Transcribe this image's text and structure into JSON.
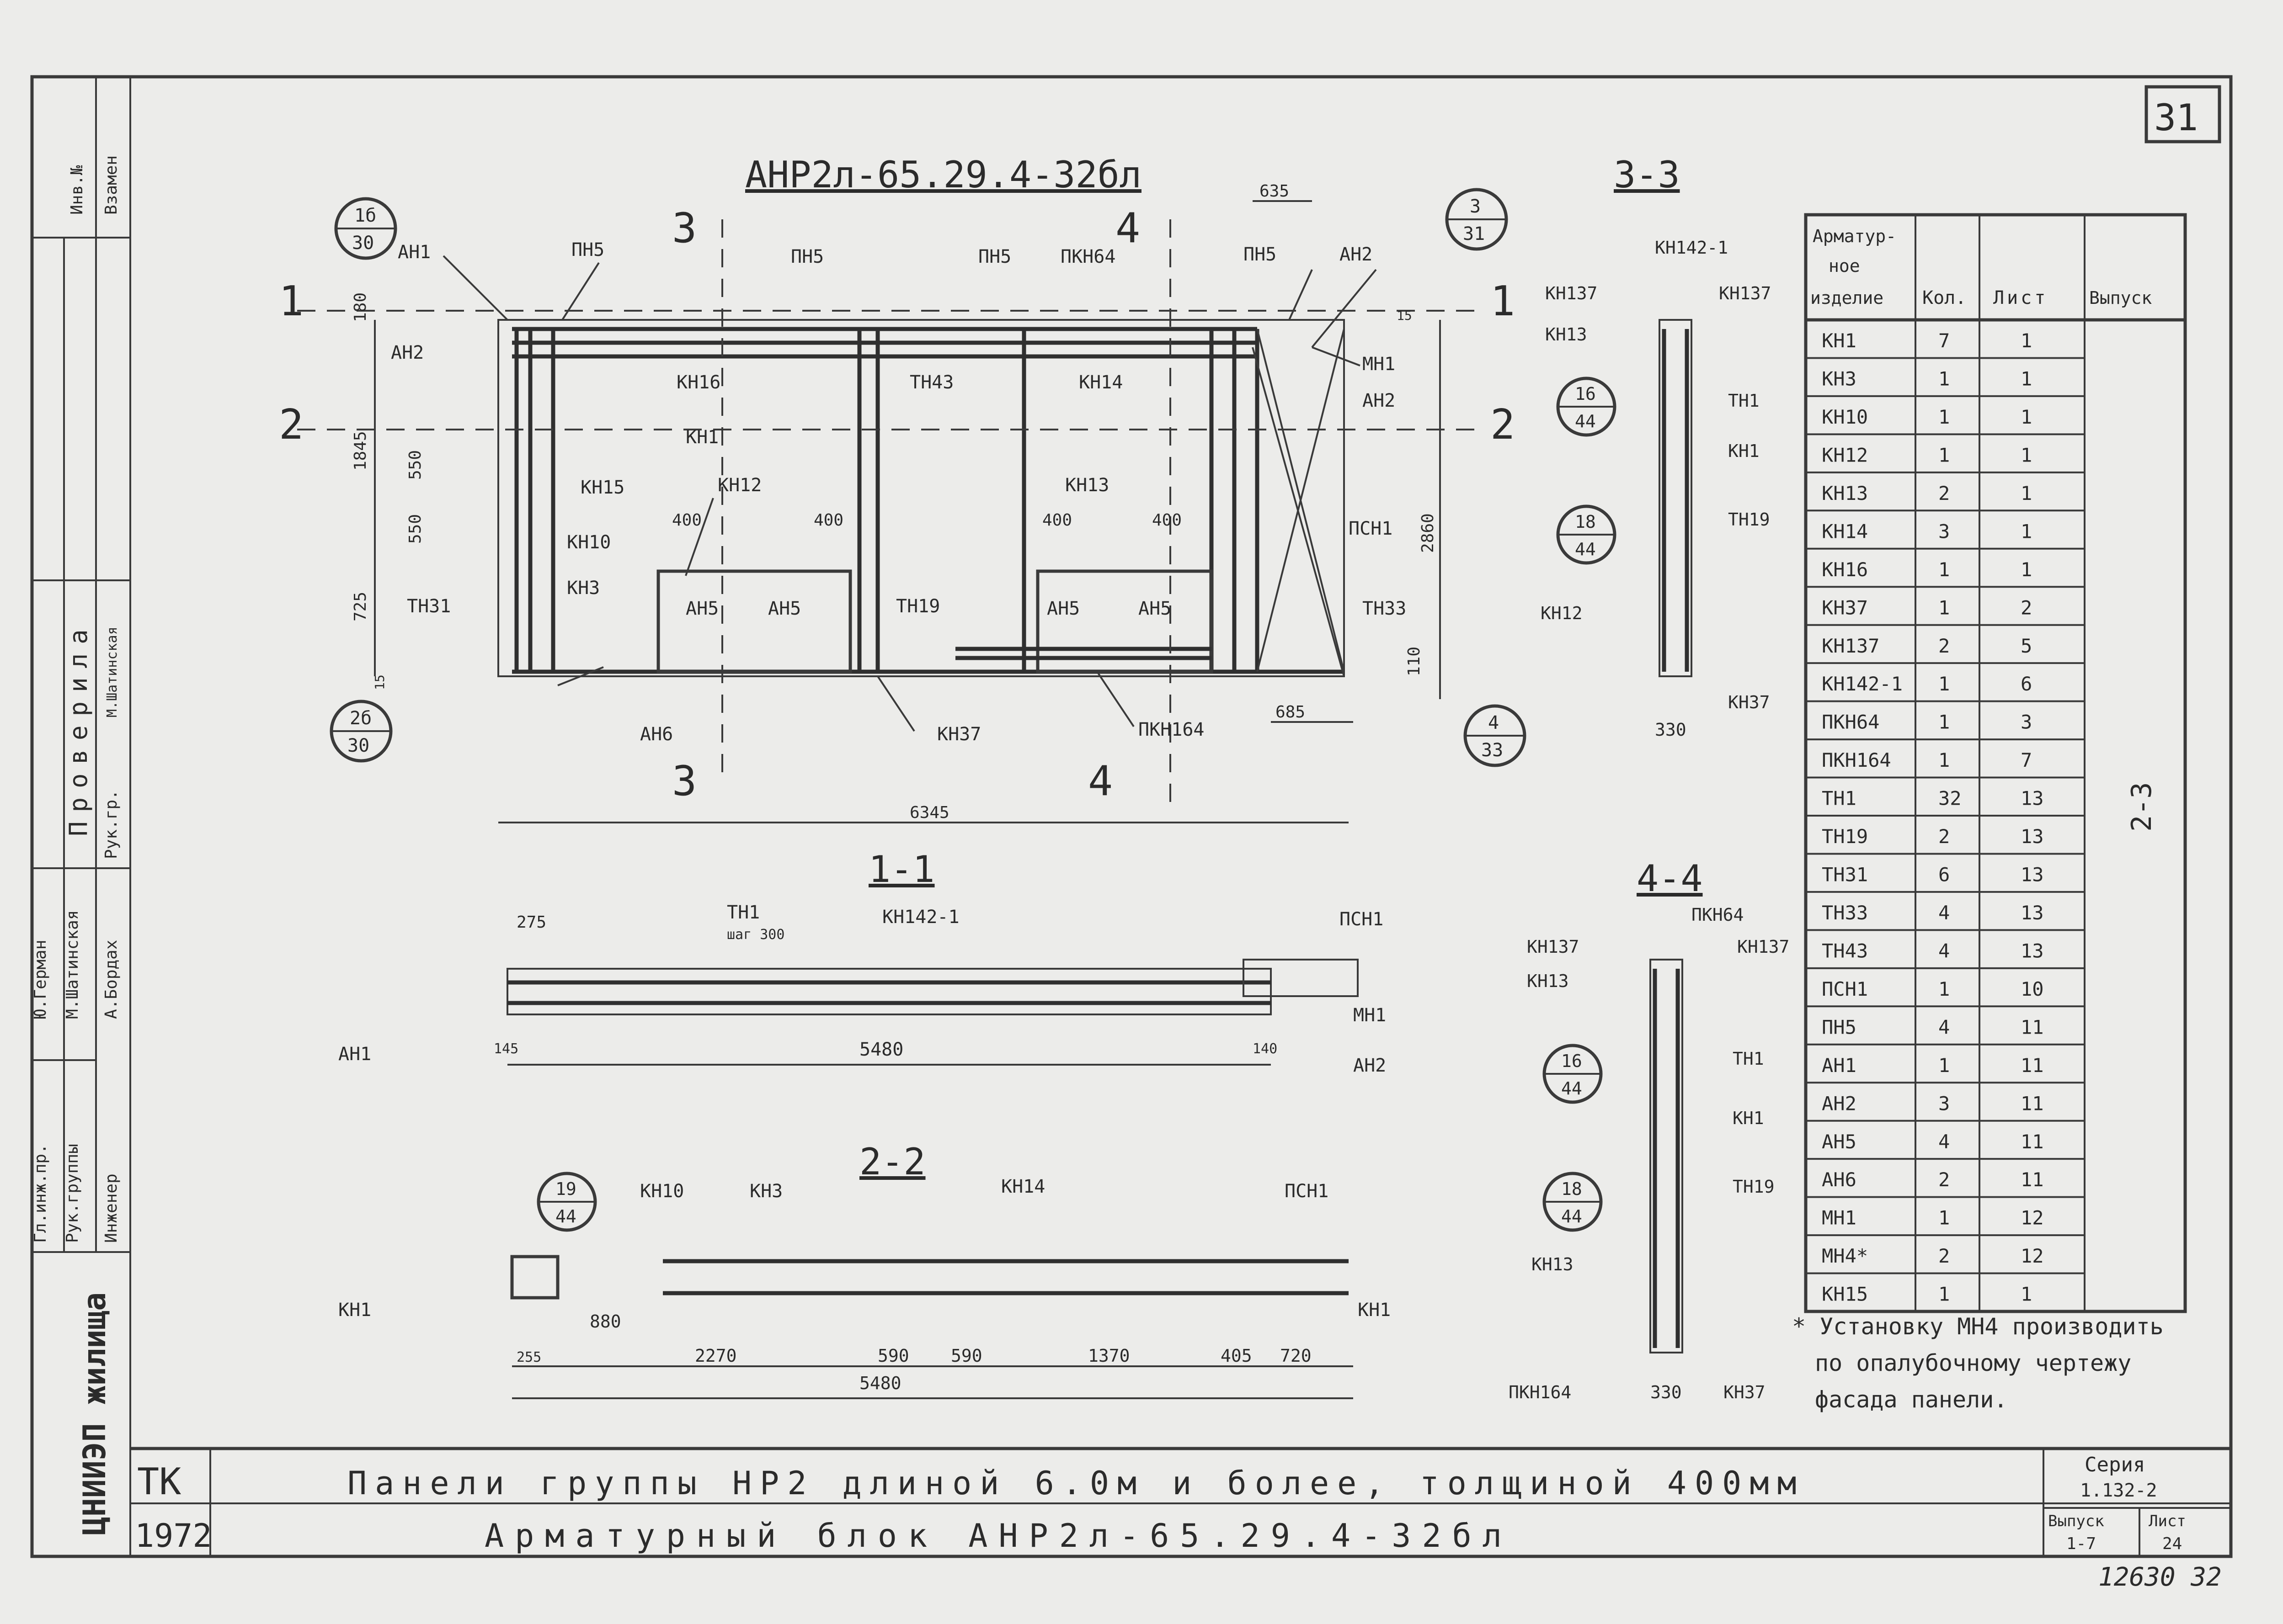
{
  "drawing": {
    "main_title": "АНР2л-65.29.4-32бл",
    "page_number": "31",
    "archive_number": "12630 32",
    "section_markers": {
      "s1": "1",
      "s2": "2",
      "s3": "3",
      "s4": "4"
    },
    "section_titles": {
      "s11": "1-1",
      "s22": "2-2",
      "s33": "3-3",
      "s44": "4-4"
    },
    "callouts": [
      {
        "top": "1б",
        "bottom": "30"
      },
      {
        "top": "3",
        "bottom": "31"
      },
      {
        "top": "2б",
        "bottom": "30"
      },
      {
        "top": "4",
        "bottom": "33"
      },
      {
        "top": "16",
        "bottom": "44"
      },
      {
        "top": "18",
        "bottom": "44"
      },
      {
        "top": "16",
        "bottom": "44"
      },
      {
        "top": "18",
        "bottom": "44"
      },
      {
        "top": "19",
        "bottom": "44"
      }
    ],
    "elevation_labels": {
      "an1": "АН1",
      "pn5a": "ПН5",
      "pn5b": "ПН5",
      "pn5c": "ПН5",
      "pn5d": "ПН5",
      "pkn64": "ПКН64",
      "an2a": "АН2",
      "an2b": "АН2",
      "an2c": "АН2",
      "mn1": "МН1",
      "kn16": "КН16",
      "tn43": "ТН43",
      "kn14": "КН14",
      "kn1": "КН1",
      "kn15": "КН15",
      "kn12": "КН12",
      "kn13": "КН13",
      "kn10": "КН10",
      "kn3": "КН3",
      "psn1": "ПСН1",
      "tn31": "ТН31",
      "an5a": "АН5",
      "an5b": "АН5",
      "an5c": "АН5",
      "an5d": "АН5",
      "tn19": "ТН19",
      "tn33": "ТН33",
      "an6": "АН6",
      "kn37": "КН37",
      "pkn164": "ПКН164"
    },
    "elevation_dims": {
      "d180": "180",
      "d1845": "1845",
      "d550a": "550",
      "d550b": "550",
      "d725": "725",
      "d15": "15",
      "d400a": "400",
      "d400b": "400",
      "d400c": "400",
      "d400d": "400",
      "d635": "635",
      "d15b": "15",
      "d2860": "2860",
      "d110": "110",
      "d685": "685",
      "d6345": "6345"
    },
    "section11": {
      "tn1": "ТН1",
      "step": "шаг 300",
      "kn142": "КН142-1",
      "psn1": "ПСН1",
      "mn1": "МН1",
      "an1": "АН1",
      "an2": "АН2",
      "d275": "275",
      "d145": "145",
      "d5480": "5480",
      "d140": "140"
    },
    "section22": {
      "kn10": "КН10",
      "kn3": "КН3",
      "kn14": "КН14",
      "psn1": "ПСН1",
      "kn1a": "КН1",
      "kn1b": "КН1",
      "dims": [
        "255",
        "880",
        "2270",
        "590",
        "590",
        "1370",
        "405",
        "720"
      ],
      "total": "5480"
    },
    "section33": {
      "kn137a": "КН137",
      "kn137b": "КН137",
      "kn142": "КН142-1",
      "kn13": "КН13",
      "tn1": "ТН1",
      "kn1": "КН1",
      "tn19": "ТН19",
      "kn12": "КН12",
      "kn37": "КН37",
      "d330": "330"
    },
    "section44": {
      "pkn64": "ПКН64",
      "kn137a": "КН137",
      "kn137b": "КН137",
      "kn13a": "КН13",
      "tn1": "ТН1",
      "kn1": "КН1",
      "tn19": "ТН19",
      "kn13b": "КН13",
      "pkn164": "ПКН164",
      "kn37": "КН37",
      "d330": "330"
    }
  },
  "spec_table": {
    "headers": [
      "Арматурное изделие",
      "Кол.",
      "Лист",
      "Выпуск"
    ],
    "header_lines": [
      "Арматур-",
      "ное",
      "изделие"
    ],
    "rows": [
      {
        "item": "КН1",
        "qty": "7",
        "sheet": "1"
      },
      {
        "item": "КН3",
        "qty": "1",
        "sheet": "1"
      },
      {
        "item": "КН10",
        "qty": "1",
        "sheet": "1"
      },
      {
        "item": "КН12",
        "qty": "1",
        "sheet": "1"
      },
      {
        "item": "КН13",
        "qty": "2",
        "sheet": "1"
      },
      {
        "item": "КН14",
        "qty": "3",
        "sheet": "1"
      },
      {
        "item": "КН16",
        "qty": "1",
        "sheet": "1"
      },
      {
        "item": "КН37",
        "qty": "1",
        "sheet": "2"
      },
      {
        "item": "КН137",
        "qty": "2",
        "sheet": "5"
      },
      {
        "item": "КН142-1",
        "qty": "1",
        "sheet": "6"
      },
      {
        "item": "ПКН64",
        "qty": "1",
        "sheet": "3"
      },
      {
        "item": "ПКН164",
        "qty": "1",
        "sheet": "7"
      },
      {
        "item": "ТН1",
        "qty": "32",
        "sheet": "13"
      },
      {
        "item": "ТН19",
        "qty": "2",
        "sheet": "13"
      },
      {
        "item": "ТН31",
        "qty": "6",
        "sheet": "13"
      },
      {
        "item": "ТН33",
        "qty": "4",
        "sheet": "13"
      },
      {
        "item": "ТН43",
        "qty": "4",
        "sheet": "13"
      },
      {
        "item": "ПСН1",
        "qty": "1",
        "sheet": "10"
      },
      {
        "item": "ПН5",
        "qty": "4",
        "sheet": "11"
      },
      {
        "item": "АН1",
        "qty": "1",
        "sheet": "11"
      },
      {
        "item": "АН2",
        "qty": "3",
        "sheet": "11"
      },
      {
        "item": "АН5",
        "qty": "4",
        "sheet": "11"
      },
      {
        "item": "АН6",
        "qty": "2",
        "sheet": "11"
      },
      {
        "item": "МН1",
        "qty": "1",
        "sheet": "12"
      },
      {
        "item": "МН4*",
        "qty": "2",
        "sheet": "12"
      },
      {
        "item": "КН15",
        "qty": "1",
        "sheet": "1"
      }
    ],
    "issue_value": "2-3"
  },
  "note": {
    "line1": "* Установку МН4 производить",
    "line2": "по опалубочному чертежу",
    "line3": "фасада панели."
  },
  "title_block": {
    "tk": "ТК",
    "year": "1972",
    "title1": "Панели группы НР2 длиной 6.0м и более, толщиной 400мм",
    "title2": "Арматурный блок АНР2л-65.29.4-32бл",
    "series_label": "Серия",
    "series_value": "1.132-2",
    "issue_label": "Выпуск",
    "issue_value": "1-7",
    "sheet_label": "Лист",
    "sheet_value": "24"
  },
  "side_stamp": {
    "org": "ЦНИИЭП жилища",
    "roles": [
      "Гл.инж.пр.",
      "Рук.группы",
      "Инженер"
    ],
    "names": [
      "Ю.Герман",
      "М.Шатинская",
      "А.Бордах"
    ],
    "checked_header": "Проверила",
    "checked_role": "Рук.гр.",
    "checked_name": "М.Шатинская",
    "inv_header": "Инв.№",
    "replace_header": "Взамен"
  }
}
